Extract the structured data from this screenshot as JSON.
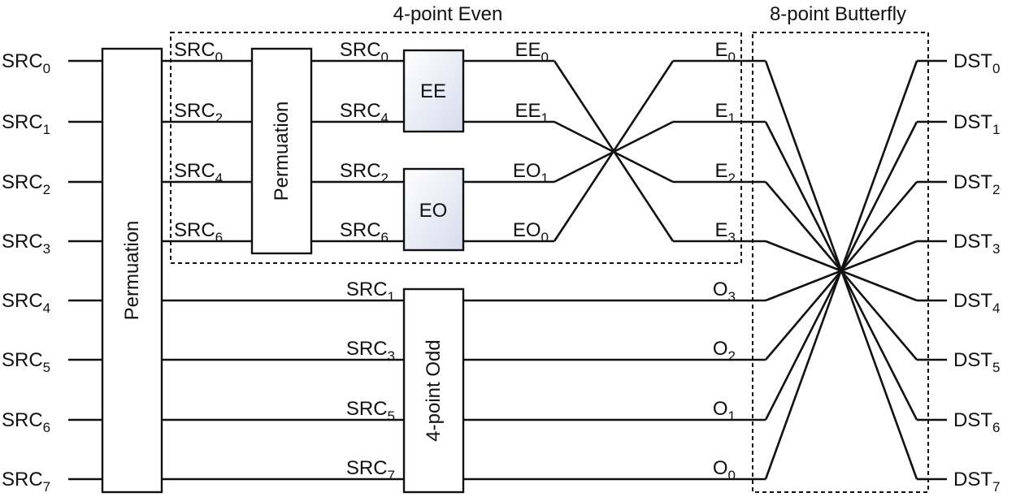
{
  "titles": {
    "even": "4-point Even",
    "butterfly": "8-point Butterfly"
  },
  "inputs": [
    {
      "base": "SRC",
      "sub": "0"
    },
    {
      "base": "SRC",
      "sub": "1"
    },
    {
      "base": "SRC",
      "sub": "2"
    },
    {
      "base": "SRC",
      "sub": "3"
    },
    {
      "base": "SRC",
      "sub": "4"
    },
    {
      "base": "SRC",
      "sub": "5"
    },
    {
      "base": "SRC",
      "sub": "6"
    },
    {
      "base": "SRC",
      "sub": "7"
    }
  ],
  "outputs": [
    {
      "base": "DST",
      "sub": "0"
    },
    {
      "base": "DST",
      "sub": "1"
    },
    {
      "base": "DST",
      "sub": "2"
    },
    {
      "base": "DST",
      "sub": "3"
    },
    {
      "base": "DST",
      "sub": "4"
    },
    {
      "base": "DST",
      "sub": "5"
    },
    {
      "base": "DST",
      "sub": "6"
    },
    {
      "base": "DST",
      "sub": "7"
    }
  ],
  "blocks": {
    "perm_main": "Permuation",
    "perm_even": "Permuation",
    "ee": "EE",
    "eo": "EO",
    "odd": "4-point Odd"
  },
  "stage1_even": [
    {
      "base": "SRC",
      "sub": "0"
    },
    {
      "base": "SRC",
      "sub": "2"
    },
    {
      "base": "SRC",
      "sub": "4"
    },
    {
      "base": "SRC",
      "sub": "6"
    }
  ],
  "stage2_even": [
    {
      "base": "SRC",
      "sub": "0"
    },
    {
      "base": "SRC",
      "sub": "4"
    },
    {
      "base": "SRC",
      "sub": "2"
    },
    {
      "base": "SRC",
      "sub": "6"
    }
  ],
  "ee_eo_out": [
    {
      "base": "EE",
      "sub": "0"
    },
    {
      "base": "EE",
      "sub": "1"
    },
    {
      "base": "EO",
      "sub": "1"
    },
    {
      "base": "EO",
      "sub": "0"
    }
  ],
  "even_out": [
    {
      "base": "E",
      "sub": "0"
    },
    {
      "base": "E",
      "sub": "1"
    },
    {
      "base": "E",
      "sub": "2"
    },
    {
      "base": "E",
      "sub": "3"
    }
  ],
  "odd_in": [
    {
      "base": "SRC",
      "sub": "1"
    },
    {
      "base": "SRC",
      "sub": "3"
    },
    {
      "base": "SRC",
      "sub": "5"
    },
    {
      "base": "SRC",
      "sub": "7"
    }
  ],
  "odd_out": [
    {
      "base": "O",
      "sub": "3"
    },
    {
      "base": "O",
      "sub": "2"
    },
    {
      "base": "O",
      "sub": "1"
    },
    {
      "base": "O",
      "sub": "0"
    }
  ]
}
